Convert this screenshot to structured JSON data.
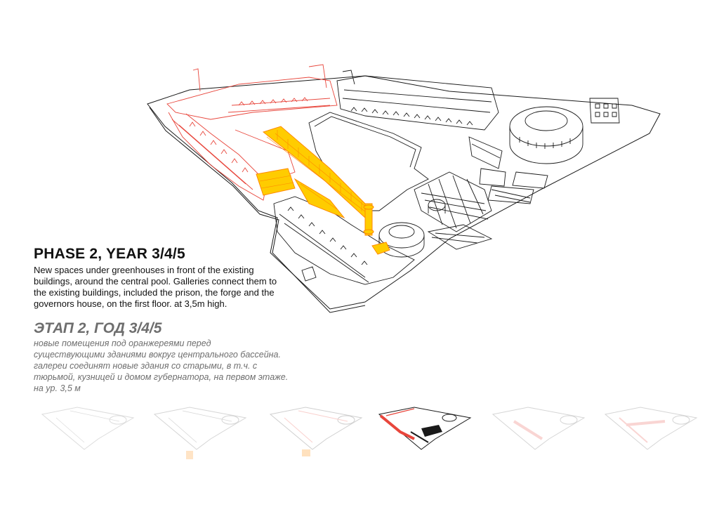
{
  "english": {
    "title": "PHASE 2, YEAR 3/4/5",
    "lines": [
      "New spaces under greenhouses in front of the existing",
      "buildings, around the central pool. Galleries connect them to",
      "the existing buildings, included the prison, the forge and the",
      "governors house, on the first floor. at 3,5m high."
    ]
  },
  "russian": {
    "title": "ЭТАП 2, ГОД 3/4/5",
    "lines": [
      "новые помещения под оранжереями перед",
      "существующими зданиями вокруг центрального бассейна.",
      "галереи соединят новые здания со старыми, в т.ч. с",
      "тюрьмой, кузницей и домом губернатора, на первом этаже.",
      "на ур. 3,5 м"
    ]
  },
  "colors": {
    "highlight_yellow": "#ffcc00",
    "highlight_orange": "#ff8a00",
    "existing_red": "#e8463c",
    "line_black": "#1a1a1a",
    "text_grey": "#6e6e6e"
  },
  "thumbnails": {
    "count": 6,
    "active_index": 3
  }
}
